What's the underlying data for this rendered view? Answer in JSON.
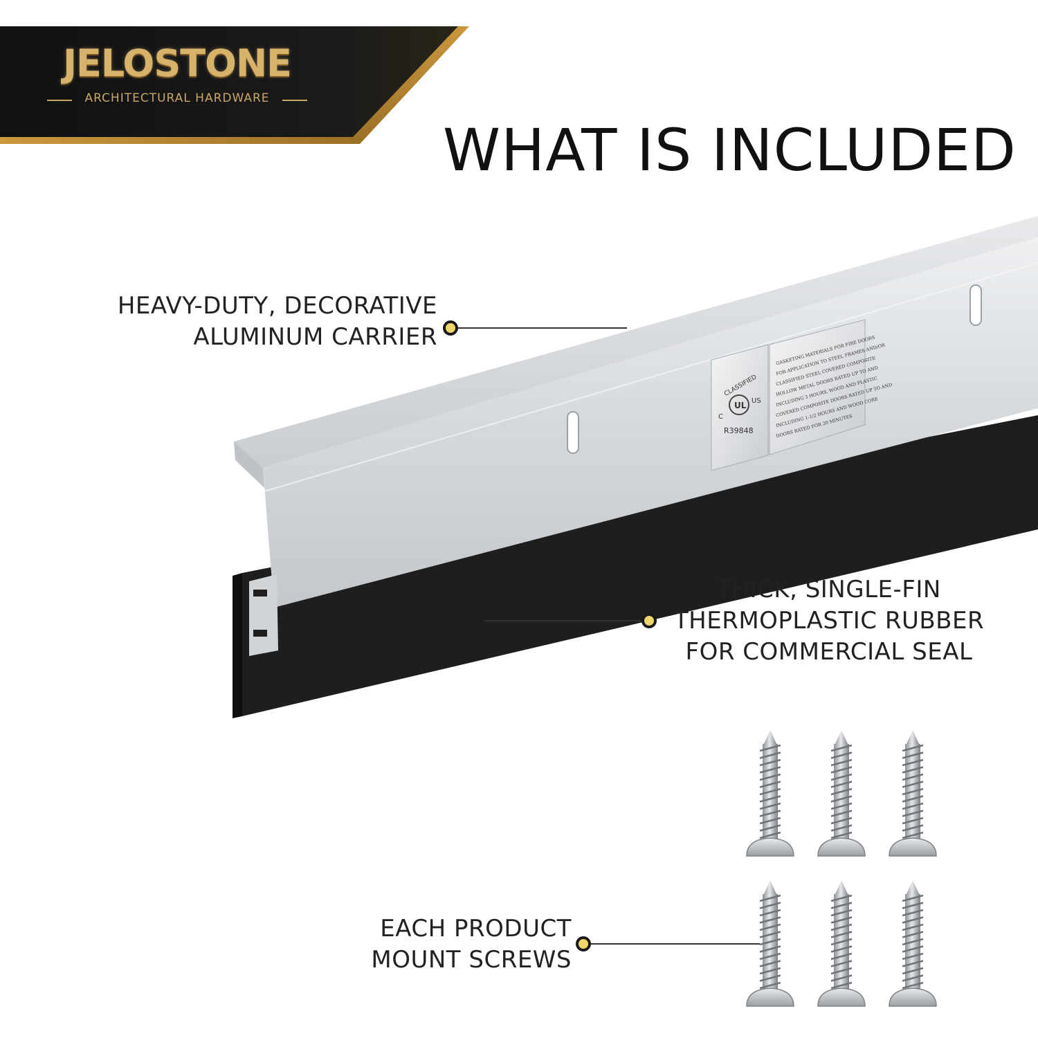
{
  "brand": {
    "name": "JELOSTONE",
    "tagline": "ARCHITECTURAL HARDWARE"
  },
  "headline": "WHAT IS INCLUDED",
  "callouts": {
    "carrier": {
      "line1": "HEAVY-DUTY, DECORATIVE",
      "line2": "ALUMINUM CARRIER"
    },
    "rubber": {
      "line1": "THICK, SINGLE-FIN",
      "line2": "THERMOPLASTIC RUBBER",
      "line3": "FOR COMMERCIAL SEAL"
    },
    "screws": {
      "line1": "EACH PRODUCT",
      "line2": "MOUNT SCREWS"
    }
  },
  "ul_label": {
    "classified": "CLASSIFIED",
    "c": "C",
    "ul": "UL",
    "us": "US",
    "file_number": "R39848",
    "text_lines": [
      "GASKETING MATERIALS FOR FIRE DOORS",
      "FOR APPLICATION TO STEEL FRAMES AND/OR",
      "CLASSIFIED STEEL COVERED COMPOSITE",
      "HOLLOW METAL DOORS RATED UP TO AND",
      "INCLUDING 3 HOURS, WOOD AND PLASTIC",
      "COVERED COMPOSITE DOORS RATED UP TO AND",
      "INCLUDING 1-1/2 HOURS AND WOOD CORE",
      "DOORS RATED FOR 20 MINUTES"
    ]
  },
  "screw_count": 6,
  "colors": {
    "brand_gold": "#d7b26a",
    "badge_dark": "#0d0d0d",
    "aluminum": "#d9dcdf",
    "rubber": "#1c1c1c",
    "dot_fill": "#f0d56a"
  }
}
